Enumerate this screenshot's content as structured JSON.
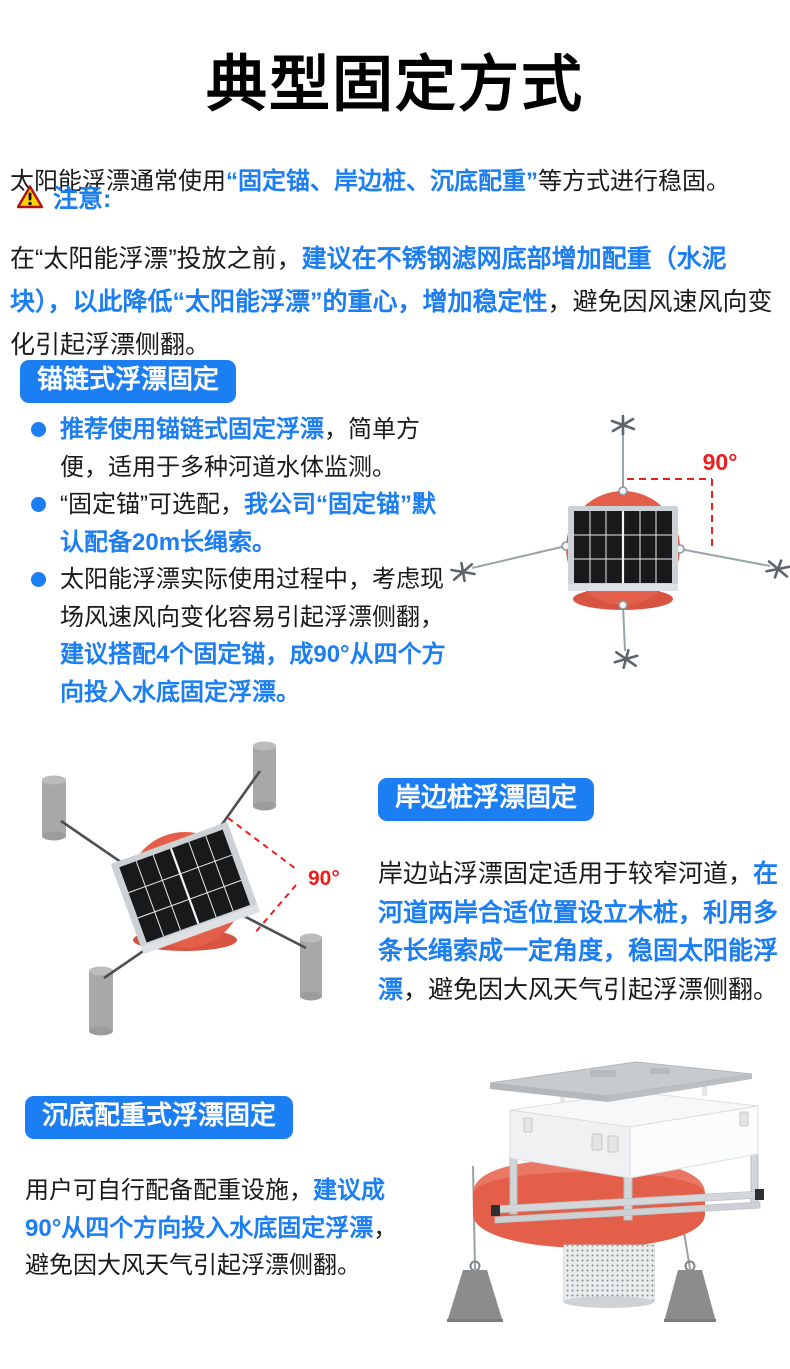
{
  "page": {
    "title": "典型固定方式"
  },
  "intro": {
    "s1": "太阳能浮漂通常使用",
    "s2": "“固定锚、岸边桩、沉底配重”",
    "s3": "等方式进行稳固。"
  },
  "notice": {
    "label": "注意:",
    "s1": "在“太阳能浮漂”投放之前，",
    "s2": "建议在不锈钢滤网底部增加配重（水泥块），以此降低“太阳能浮漂”的重心，增加稳定性",
    "s3": "，避免因风速风向变化引起浮漂侧翻。"
  },
  "sections": {
    "anchor": {
      "badge": "锚链式浮漂固定",
      "b1_blue": "推荐使用锚链式固定浮漂",
      "b1_black": "，简单方便，适用于多种河道水体监测。",
      "b2_black": "“固定锚”可选配，",
      "b2_blue": "我公司“固定锚”默认配备20m长绳索。",
      "b3_black": "太阳能浮漂实际使用过程中，考虑现场风速风向变化容易引起浮漂侧翻，",
      "b3_blue": "建议搭配4个固定锚，成90°从四个方向投入水底固定浮漂。",
      "angle_label": "90°"
    },
    "pile": {
      "badge": "岸边桩浮漂固定",
      "t1_black": "岸边站浮漂固定适用于较窄河道，",
      "t2_blue": "在河道两岸合适位置设立木桩，利用多条长绳索成一定角度，稳固太阳能浮漂",
      "t3_black": "，避免因大风天气引起浮漂侧翻。",
      "angle_label": "90°"
    },
    "ballast": {
      "badge": "沉底配重式浮漂固定",
      "t1_black": "用户可自行配备配重设施，",
      "t2_blue": "建议成90°从四个方向投入水底固定浮漂",
      "t3_black": "，避免因大风天气引起浮漂侧翻。"
    }
  },
  "icons": {
    "warning": "⚠"
  },
  "colors": {
    "accent_blue": "#1b7ef2",
    "annotation_red": "#ee1c1c",
    "buoy_red": "#e45f4a",
    "text_black": "#1a1a1a",
    "pile_gray": "#a8a8a8"
  }
}
